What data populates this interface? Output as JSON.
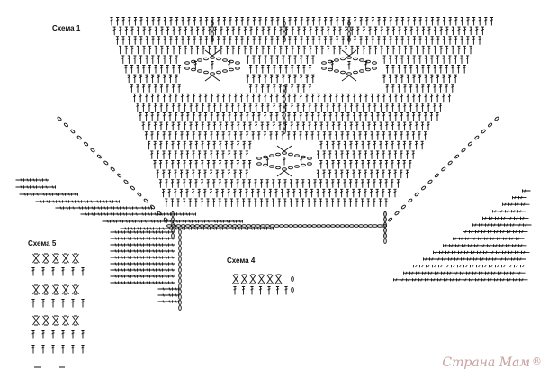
{
  "labels": {
    "scheme1": "Схема 1",
    "scheme4": "Схема 4",
    "scheme5": "Схема 5"
  },
  "watermark": {
    "text": "Страна Мам",
    "mark": "®"
  },
  "colors": {
    "ink": "#111111",
    "watermark": "#c9a1a1"
  },
  "symbols": {
    "double_crochet": "tall-stitch-icon",
    "chain": "chain-oval-icon",
    "cluster": "cluster-x-icon"
  }
}
